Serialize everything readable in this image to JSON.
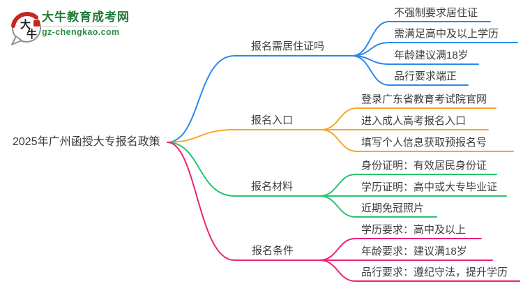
{
  "background": "#ffffff",
  "logo": {
    "icon_text": "大牛",
    "title": "大牛教育成考网",
    "url": "gz-chengkao.com",
    "green": "#1e7a36",
    "red": "#c4271f"
  },
  "center": {
    "label": "2025年广州函授大专报名政策"
  },
  "branches": [
    {
      "label": "报名需居住证吗",
      "color": "#2b88eb",
      "children": [
        "不强制要求居住证",
        "需满足高中及以上学历",
        "年龄建议满18岁",
        "品行要求端正"
      ]
    },
    {
      "label": "报名入口",
      "color": "#f7a728",
      "children": [
        "登录广东省教育考试院官网",
        "进入成人高考报名入口",
        "填写个人信息获取预报名号"
      ]
    },
    {
      "label": "报名材料",
      "color": "#2bc26e",
      "children": [
        "身份证明：有效居民身份证",
        "学历证明：高中或大专毕业证",
        "近期免冠照片"
      ]
    },
    {
      "label": "报名条件",
      "color": "#ed2278",
      "children": [
        "学历要求：高中及以上",
        "年龄要求：建议满18岁",
        "品行要求：遵纪守法，提升学历"
      ]
    }
  ]
}
